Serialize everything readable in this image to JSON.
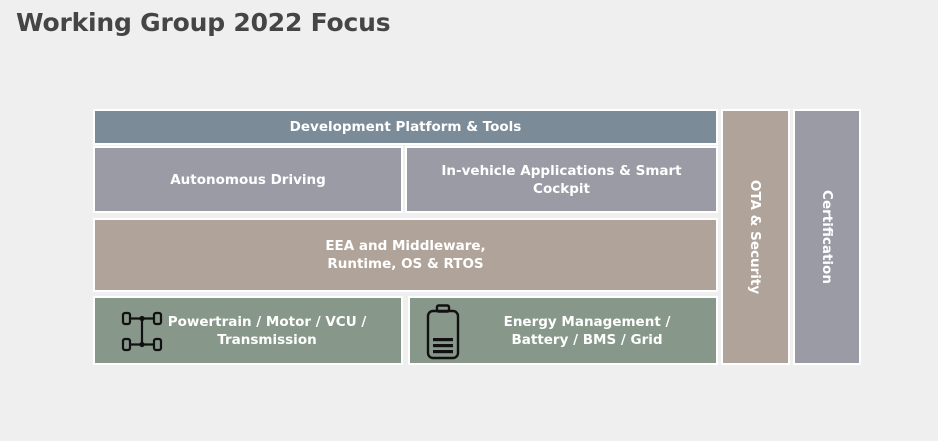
{
  "title": "Working Group 2022 Focus",
  "blocks": {
    "dev_platform": "Development Platform & Tools",
    "autonomous": "Autonomous Driving",
    "invehicle_line1": "In-vehicle Applications & Smart",
    "invehicle_line2": "Cockpit",
    "eea_line1": "EEA and Middleware,",
    "eea_line2": "Runtime, OS & RTOS",
    "powertrain_line1": "Powertrain / Motor / VCU /",
    "powertrain_line2": "Transmission",
    "energy_line1": "Energy Management /",
    "energy_line2": "Battery / BMS / Grid",
    "ota": "OTA & Security",
    "certification": "Certification"
  },
  "icons": {
    "powertrain": "axle-chassis-icon",
    "energy": "battery-icon"
  },
  "colors": {
    "slate": "#7b8b98",
    "grey": "#9a9ba5",
    "taupe": "#b0a49a",
    "sage": "#87978a"
  }
}
